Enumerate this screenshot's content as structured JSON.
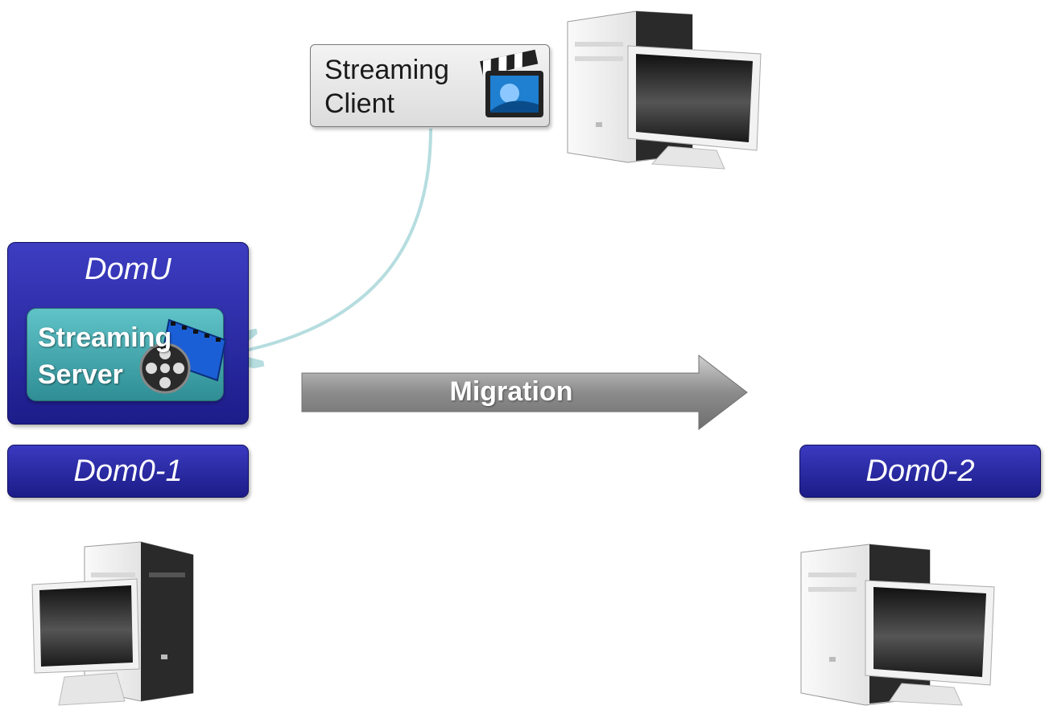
{
  "client": {
    "label_line1": "Streaming",
    "label_line2": "Client",
    "icon": "film-clapper-icon"
  },
  "domu": {
    "title": "DomU"
  },
  "server": {
    "label_line1": "Streaming",
    "label_line2": "Server",
    "icon": "film-reel-icon"
  },
  "dom0_left": {
    "label": "Dom0-1"
  },
  "dom0_right": {
    "label": "Dom0-2"
  },
  "migration": {
    "label": "Migration"
  },
  "computers": [
    "desktop-computer-icon",
    "desktop-computer-icon",
    "desktop-computer-icon"
  ],
  "colors": {
    "dom_blue": "#2a2aa8",
    "server_teal": "#3fa6ad",
    "connector": "#b6dde0",
    "arrow_gray": "#8a8a8a"
  }
}
